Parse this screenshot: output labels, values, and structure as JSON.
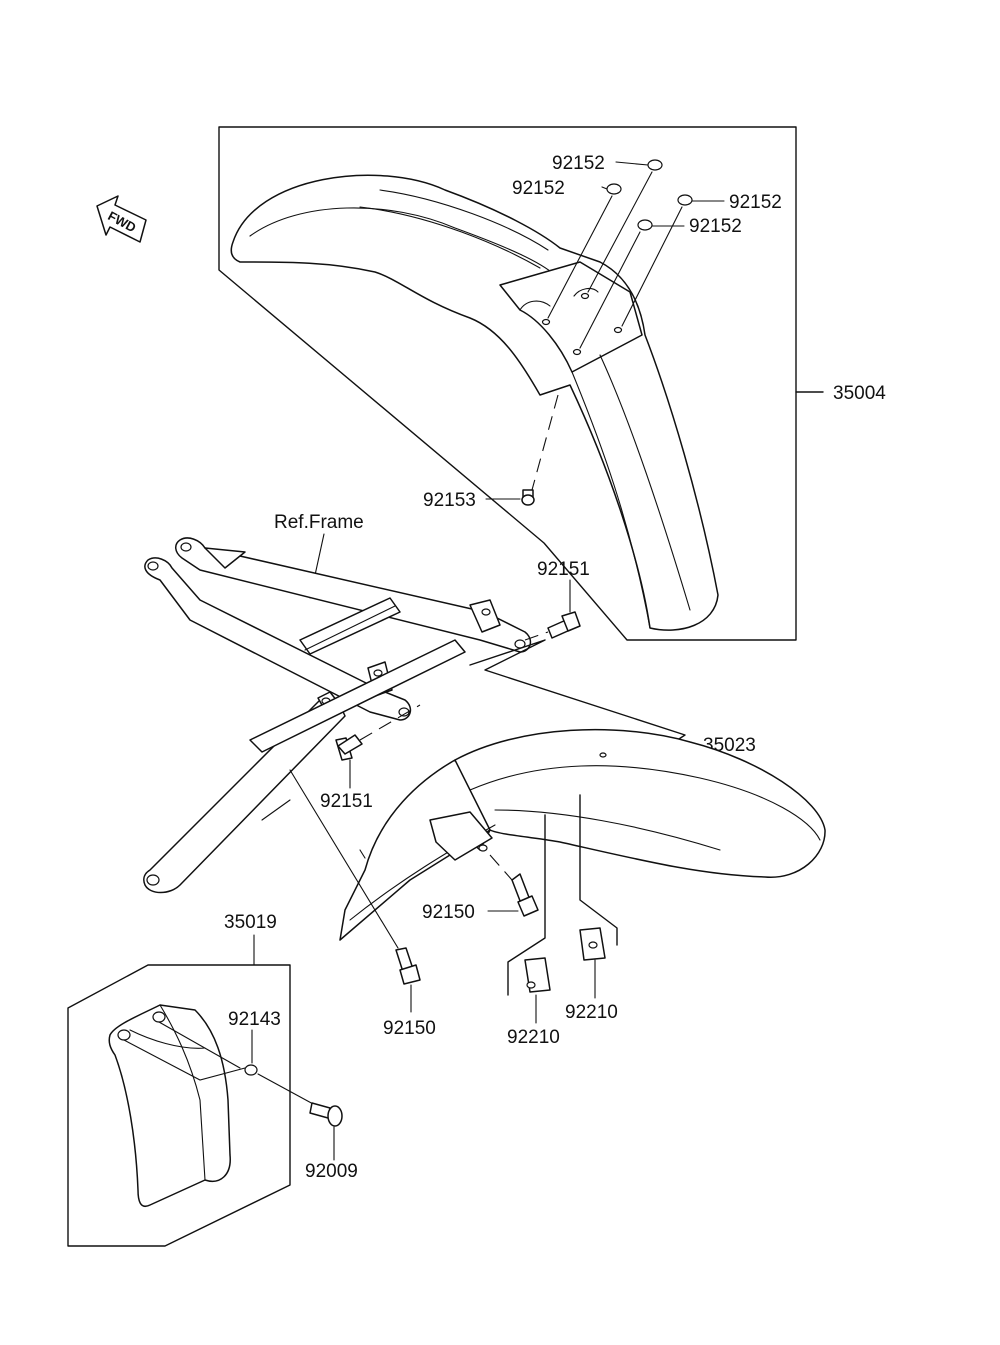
{
  "direction_label": "FWD",
  "callouts": {
    "front_fender_assy": "35004",
    "front_washer_1": "92152",
    "front_washer_2": "92152",
    "front_washer_3": "92152",
    "front_washer_4": "92152",
    "front_bolt": "92153",
    "frame_reference": "Ref.Frame",
    "frame_bolt_right": "92151",
    "frame_bolt_left": "92151",
    "rear_fender": "35023",
    "fender_bolt_1": "92150",
    "fender_bolt_2": "92150",
    "nut_clip_1": "92210",
    "nut_clip_2": "92210",
    "mud_flap_assy": "35019",
    "flap_washer": "92143",
    "flap_screw": "92009"
  }
}
